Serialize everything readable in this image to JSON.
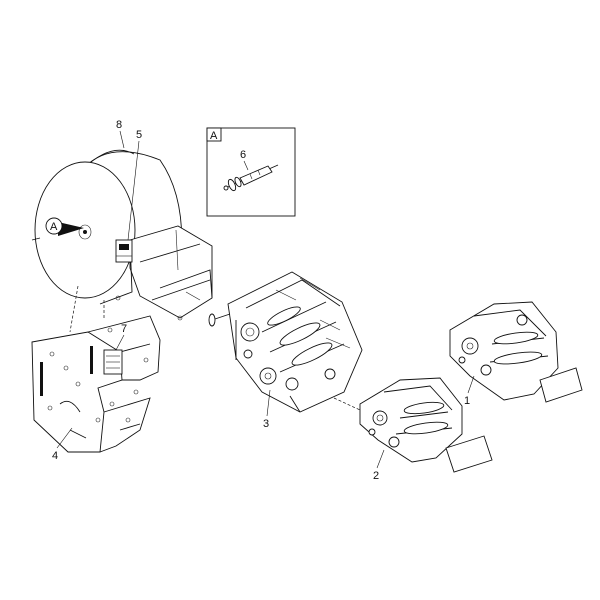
{
  "callouts": {
    "c1": "1",
    "c2": "2",
    "c3": "3",
    "c4": "4",
    "c5": "5",
    "c6": "6",
    "c7": "7",
    "c8": "8"
  },
  "detail": {
    "box_label": "A",
    "ref_marker": "A"
  }
}
